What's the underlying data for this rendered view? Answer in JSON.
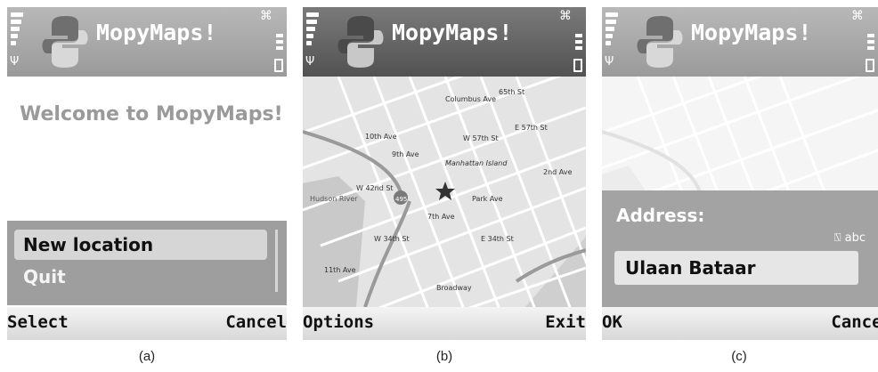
{
  "app_title": "MopyMaps!",
  "panel_a": {
    "welcome_text": "Welcome to MopyMaps!",
    "menu_items": [
      "New location",
      "Quit"
    ],
    "softkey_left": "Select",
    "softkey_right": "Cancel",
    "caption": "(a)"
  },
  "panel_b": {
    "map_labels": [
      "Manhattan Island",
      "Hudson River",
      "W 57th St",
      "E 57th St",
      "W 42nd St",
      "W 34th St",
      "E 34th St",
      "Park Ave",
      "2nd Ave",
      "7th Ave",
      "9th Ave",
      "10th Ave",
      "11th Ave",
      "Broadway",
      "Columbus Ave",
      "65th St",
      "495"
    ],
    "softkey_left": "Options",
    "softkey_right": "Exit",
    "caption": "(b)"
  },
  "panel_c": {
    "address_label": "Address:",
    "input_mode": "abc",
    "address_value": "Ulaan Bataar",
    "softkey_left": "OK",
    "softkey_right": "Cancel",
    "caption": "(c)"
  },
  "icons": [
    "signal-strength-icon",
    "antenna-icon",
    "battery-icon",
    "python-logo-icon",
    "location-star-icon"
  ],
  "colors": {
    "header_gray": "#a8a8a8",
    "menu_gray": "#9e9e9e",
    "softkey_bg": "#e8e8e8"
  }
}
